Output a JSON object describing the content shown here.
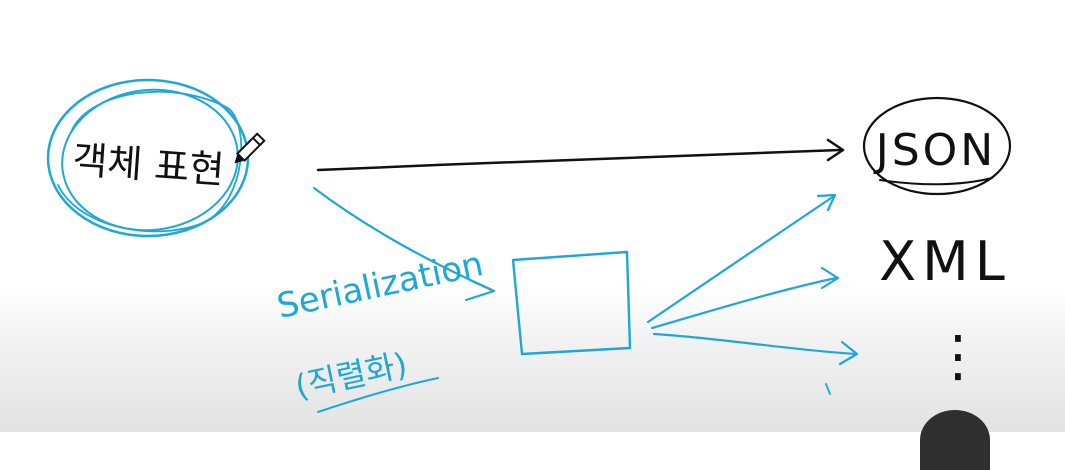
{
  "source_label": "객체 표현",
  "targets": {
    "json": "JSON",
    "xml": "XML",
    "ellipsis": "⋮"
  },
  "process": {
    "label_en": "Serialization",
    "label_ko": "(직렬화)"
  },
  "colors": {
    "black_ink": "#111111",
    "blue_ink": "#1fa7d6",
    "background": "#ffffff"
  },
  "icons": {
    "cursor": "pencil-cursor-icon"
  }
}
